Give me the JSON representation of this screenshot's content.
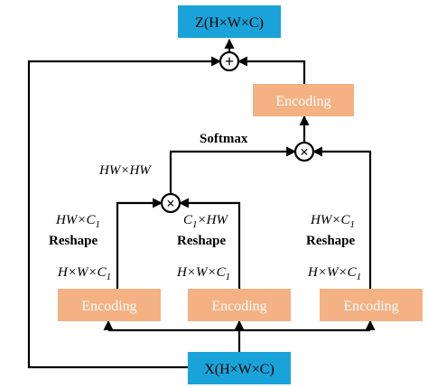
{
  "nodes": {
    "output_label": "Z(H×W×C)",
    "input_label": "X(H×W×C)",
    "encoding_label": "Encoding",
    "add_symbol": "+",
    "mul_symbol": "×"
  },
  "labels": {
    "softmax": "Softmax",
    "hw_hw": "HW×HW",
    "left_dim": "HW×C",
    "left_sub": "1",
    "mid_dim_pre": "C",
    "mid_sub": "1",
    "mid_dim_post": "×HW",
    "right_dim": "HW×C",
    "right_sub": "1",
    "reshape": "Reshape",
    "hwc1": "H×W×C",
    "hwc1_sub": "1"
  }
}
